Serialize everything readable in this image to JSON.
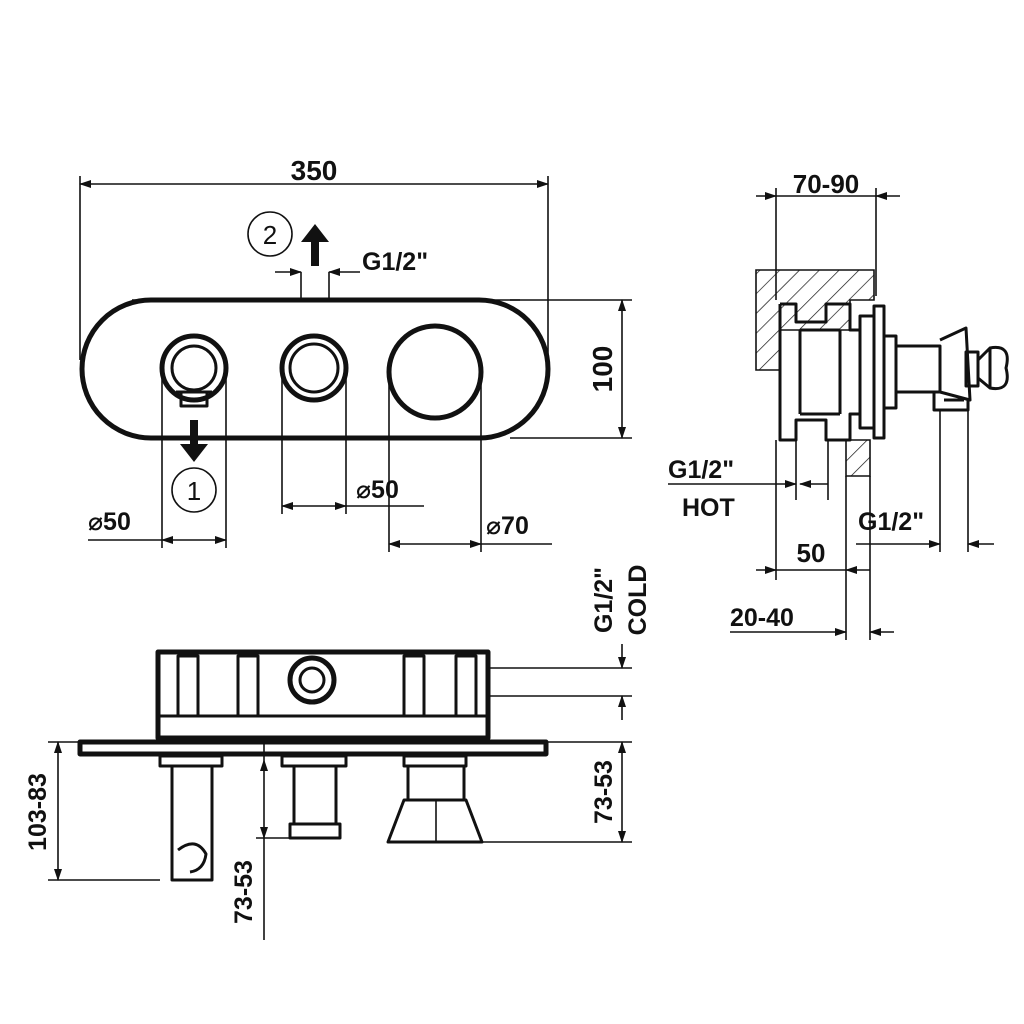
{
  "front_view": {
    "width_dim": "350",
    "height_dim": "100",
    "outlet_1_label": "1",
    "outlet_2_label": "2",
    "outlet_2_thread": "G1/2\"",
    "left_knob_diameter": "⌀50",
    "middle_knob_diameter": "⌀50",
    "right_knob_diameter": "⌀70"
  },
  "side_view": {
    "depth_dim": "70-90",
    "hot_thread": "G1/2\"",
    "hot_label": "HOT",
    "outlet_thread": "G1/2\"",
    "offset_dim": "50",
    "wall_dim": "20-40"
  },
  "bottom_view": {
    "cold_thread": "G1/2\"",
    "cold_label": "COLD",
    "left_projection": "103-83",
    "middle_projection": "73-53",
    "right_projection": "73-53"
  },
  "colors": {
    "line": "#111111",
    "background": "#ffffff"
  }
}
